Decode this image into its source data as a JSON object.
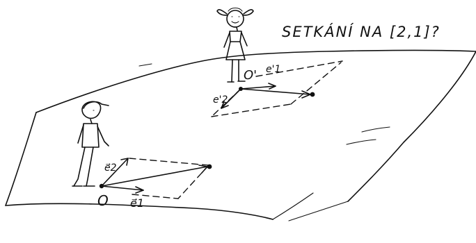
{
  "caption": "SETKÁNÍ NA [2,1]?",
  "labels": {
    "origin_boy": "O",
    "e1_boy": "e⃗1",
    "e2_boy": "e⃗2",
    "origin_girl": "O'",
    "e1_girl": "e'1",
    "e2_girl": "e'2"
  }
}
